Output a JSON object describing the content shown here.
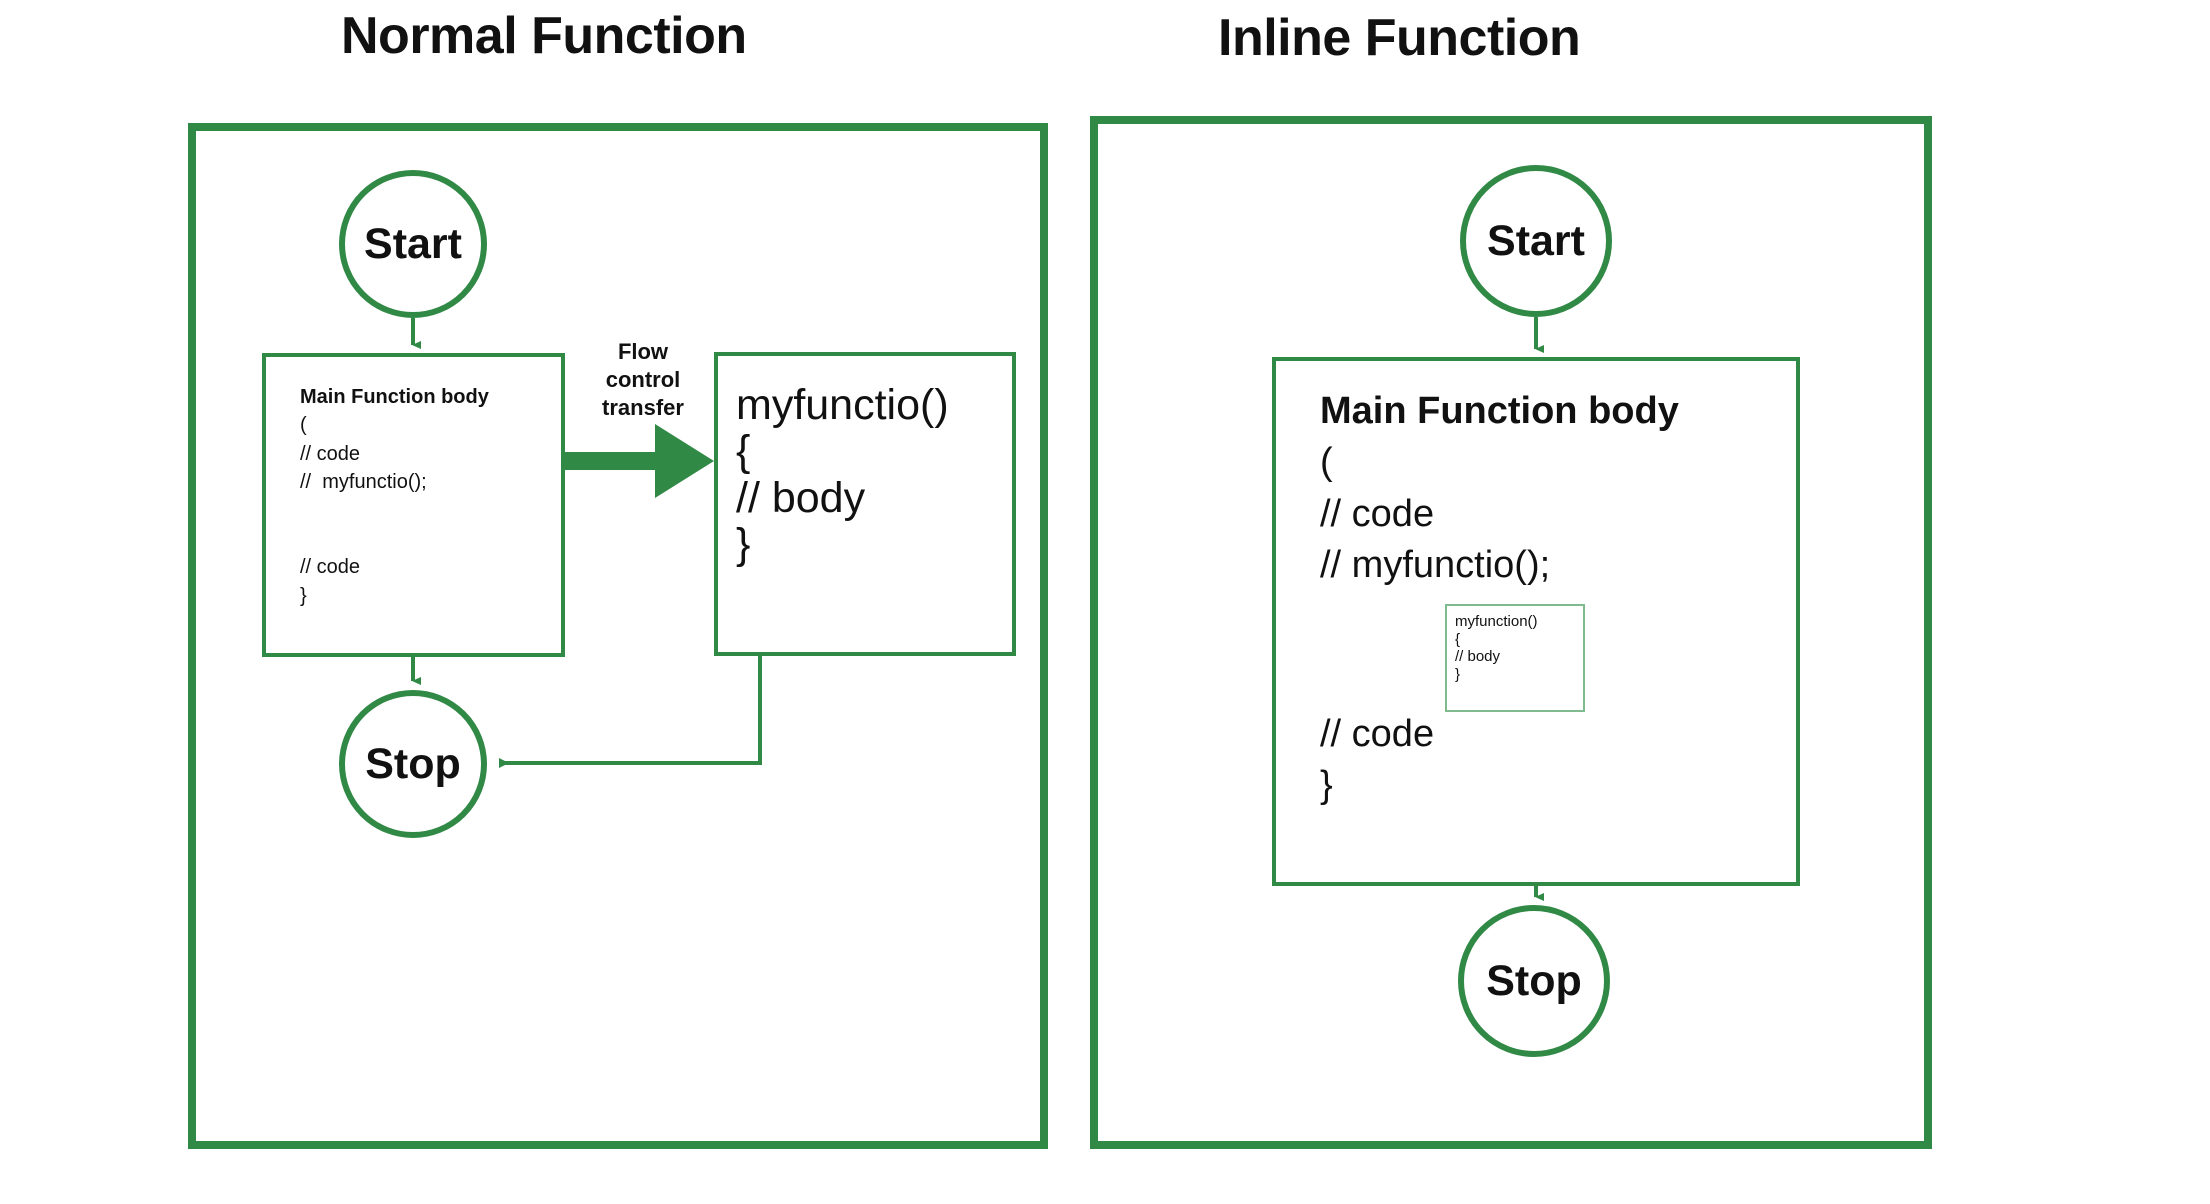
{
  "panels": [
    {
      "title": "Normal Function",
      "start_label": "Start",
      "stop_label": "Stop",
      "main_box": {
        "heading": "Main Function body",
        "lines": "(\n// code\n//  myfunctio();\n\n\n// code\n}"
      },
      "function_box": {
        "lines": "myfunctio()\n{\n// body\n}"
      },
      "arrow_label": "Flow\ncontrol\ntransfer"
    },
    {
      "title": "Inline Function",
      "start_label": "Start",
      "stop_label": "Stop",
      "main_box": {
        "heading": "Main Function body",
        "lines_before": "(\n// code\n// myfunctio();",
        "lines_after": "// code\n}"
      },
      "inner_box": {
        "lines": "myfunction()\n{\n// body\n}"
      }
    }
  ],
  "colors": {
    "accent_green": "#318946",
    "inner_box_green": "#7fbb8f",
    "text_black": "#111111",
    "background": "#ffffff"
  }
}
